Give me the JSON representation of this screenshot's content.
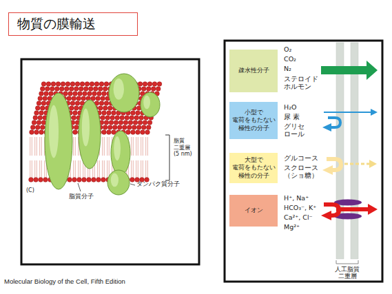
{
  "diagram": {
    "title": "物質の膜輸送",
    "caption": "Molecular Biology of the Cell, Fifth Edition",
    "nodes": [
      {
        "text": [
          "疎水性分子"
        ]
      },
      {
        "text": [
          "小型で 電荷をもたない 極性の分子"
        ]
      },
      {
        "text": [
          "大型で 電荷をもたない 極性の分子"
        ]
      },
      {
        "text": [
          "イオン"
        ]
      }
    ],
    "labels": [
      "脂質 二重層 (5 nm)",
      "(C)",
      "脂質分子",
      "タンパク質分子",
      "O₂",
      "CO₂",
      "N₂",
      "ステロイド ホルモン",
      "H₂O",
      "尿 素",
      "グリセロール",
      "グルコース",
      "スクロース （ショ糖）",
      "H⁺, Na⁺",
      "HCO₃⁻, K⁺",
      "Ca²⁺, Cl⁻",
      "Mg²⁺",
      "人工脂質 二重層"
    ]
  }
}
